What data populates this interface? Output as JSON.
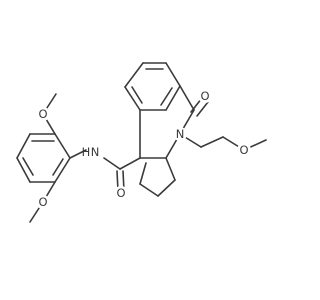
{
  "structure": {
    "atom_labels": {
      "o_methoxy_top": "O",
      "nh": "N",
      "h_of_nh": "H",
      "o_methoxy_bottom": "O",
      "o_amide": "O",
      "o_lactam": "O",
      "n_ring": "N",
      "o_ether": "O"
    }
  },
  "colors": {
    "bond": "#3a3a3a",
    "label": "#3a3a3a",
    "background": "#ffffff"
  }
}
